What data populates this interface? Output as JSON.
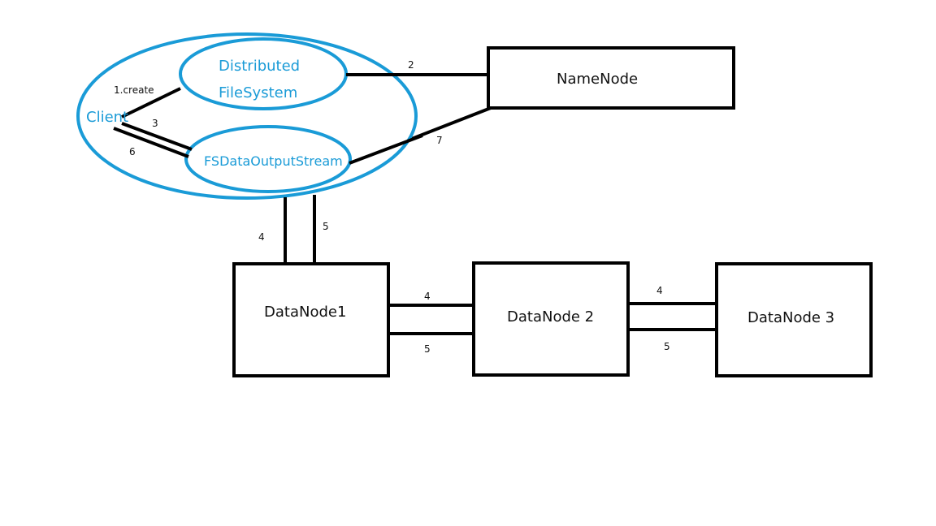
{
  "client": {
    "label": "Client"
  },
  "distributed_filesystem": {
    "line1": "Distributed",
    "line2": "FileSystem"
  },
  "output_stream": {
    "label": "FSDataOutputStream"
  },
  "namenode": {
    "label": "NameNode"
  },
  "datanodes": [
    {
      "label": "DataNode1"
    },
    {
      "label": "DataNode 2"
    },
    {
      "label": "DataNode 3"
    }
  ],
  "steps": {
    "create": "1.create",
    "s2": "2",
    "s3": "3",
    "s6": "6",
    "s7": "7",
    "s4_dn1": "4",
    "s5_dn1": "5",
    "s4_dn12": "4",
    "s5_dn12": "5",
    "s4_dn23": "4",
    "s5_dn23": "5"
  },
  "colors": {
    "client_accent": "#1a9bd7",
    "lines": "#000000"
  }
}
